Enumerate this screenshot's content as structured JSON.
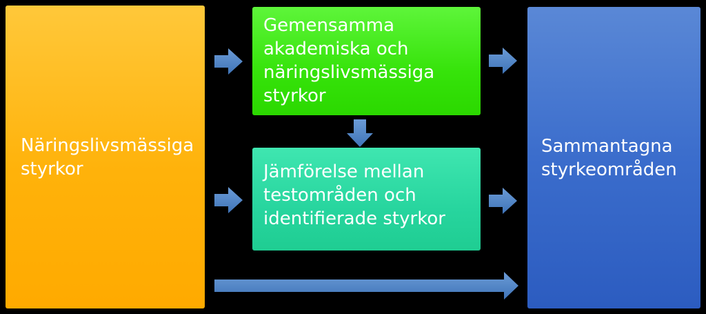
{
  "boxes": {
    "left": {
      "label": "Näringslivsmässiga\nstyrkor",
      "color": "#ffb20a"
    },
    "top": {
      "label": "Gemensamma\nakademiska och\nnäringslivsmässiga\nstyrkor",
      "color": "#36e30a"
    },
    "middle": {
      "label": "Jämförelse mellan\ntestområden och\nidentifierade styrkor",
      "color": "#27d59e"
    },
    "right": {
      "label": "Sammantagna\nstyrkeområden",
      "color": "#3b6dcc"
    }
  },
  "arrow_color": "#4f86c6"
}
